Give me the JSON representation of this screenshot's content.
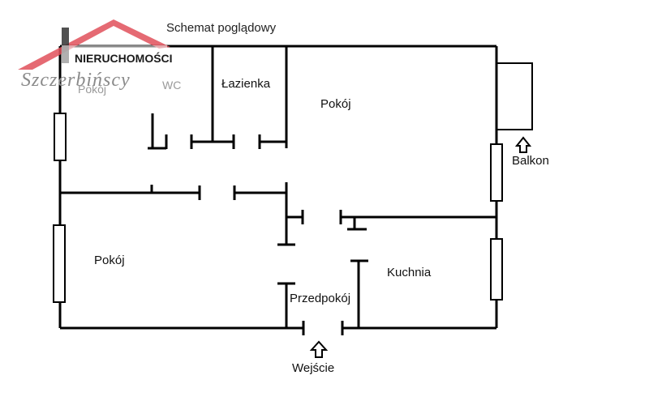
{
  "title": "Schemat poglądowy",
  "logo": {
    "line1": "NIERUCHOMOŚCI",
    "line2": "Szczerbińscy",
    "roof_color": "#e0505a"
  },
  "rooms": {
    "pokoj_top_left": "Pokój",
    "wc": "WC",
    "lazienka": "Łazienka",
    "pokoj_top_right": "Pokój",
    "pokoj_bottom_left": "Pokój",
    "przedpokoj": "Przedpokój",
    "kuchnia": "Kuchnia"
  },
  "markers": {
    "balkon": "Balkon",
    "wejscie": "Wejście"
  },
  "colors": {
    "wall": "#000000",
    "text": "#111111"
  }
}
